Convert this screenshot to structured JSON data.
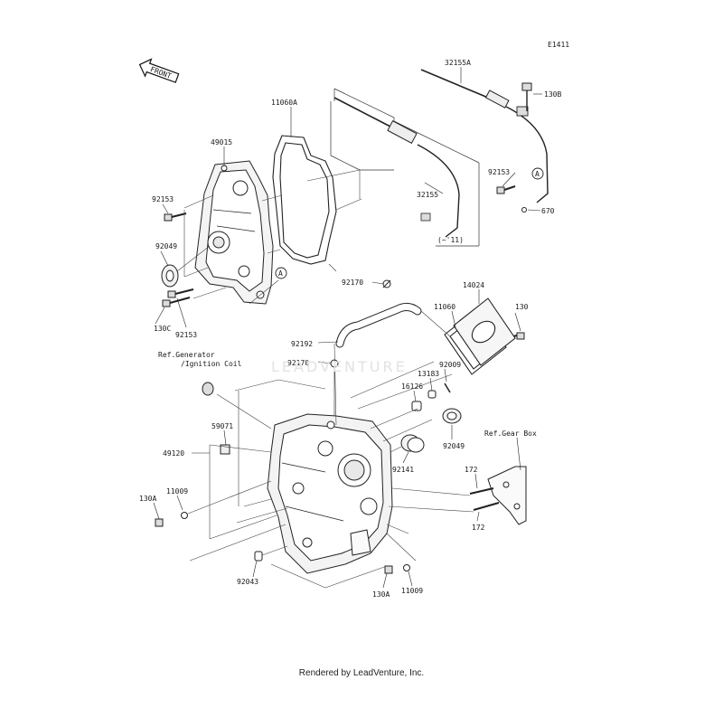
{
  "diagram_code": "E1411",
  "direction_label": "FRONT",
  "watermark": "LEADVENTURE",
  "footer": "Rendered by LeadVenture, Inc.",
  "year_note": "(~'11)",
  "callout_a": "A",
  "labels": {
    "p32155A": "32155A",
    "p130B": "130B",
    "p11060A": "11060A",
    "p49015": "49015",
    "p92153_a": "92153",
    "p92049_a": "92049",
    "p130C": "130C",
    "p92153_b": "92153",
    "p32155": "32155",
    "p92153_c": "92153",
    "p670": "670",
    "p92170_a": "92170",
    "p14024": "14024",
    "p11060": "11060",
    "p130": "130",
    "p92192": "92192",
    "ref_gen_1": "Ref.Generator",
    "ref_gen_2": "/Ignition Coil",
    "p92170_b": "92170",
    "p13183": "13183",
    "p92009": "92009",
    "p16126": "16126",
    "p92049_b": "92049",
    "ref_gear": "Ref.Gear Box",
    "p59071": "59071",
    "p49120": "49120",
    "p92141": "92141",
    "p172_a": "172",
    "p11009_a": "11009",
    "p130A_a": "130A",
    "p172_b": "172",
    "p92043": "92043",
    "p11009_b": "11009",
    "p130A_b": "130A"
  }
}
